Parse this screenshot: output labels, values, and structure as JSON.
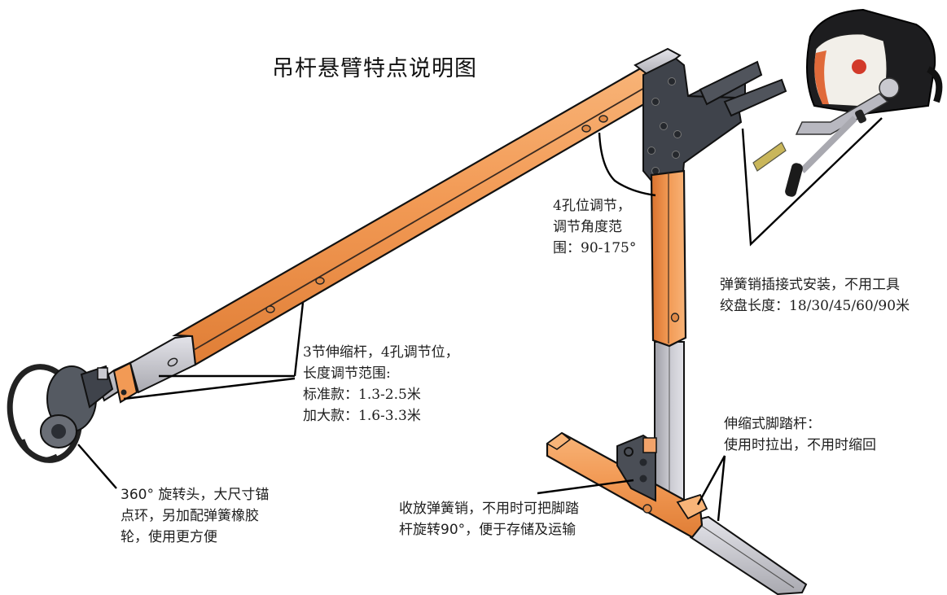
{
  "title": "吊杆悬臂特点说明图",
  "colors": {
    "orange_tube": "#F29A55",
    "orange_tube_light": "#F8B478",
    "orange_tube_dark": "#D9722E",
    "steel_tube": "#B9B9BE",
    "steel_tube_light": "#DCDCE2",
    "bracket_dark": "#3F434B",
    "outline": "#111111",
    "callout_line": "#000000"
  },
  "annotations": {
    "pivot_adjust": {
      "lines": [
        "4孔位调节，",
        "调节角度范",
        "围：90-175°"
      ]
    },
    "winch_mount": {
      "lines": [
        "弹簧销插接式安装，不用工具",
        "绞盘长度：18/30/45/60/90米"
      ]
    },
    "telescopic_boom": {
      "lines": [
        "3节伸缩杆，4孔调节位，",
        "长度调节范围:",
        "标准款：1.3-2.5米",
        "加大款：1.6-3.3米"
      ]
    },
    "swivel_head": {
      "lines": [
        "360° 旋转头，大尺寸锚",
        "点环，另加配弹簧橡胶",
        "轮，使用更方便"
      ]
    },
    "foot_bar": {
      "lines": [
        "伸缩式脚踏杆：",
        "使用时拉出，不用时缩回"
      ]
    },
    "storage_pin": {
      "lines": [
        "收放弹簧销，不用时可把脚踏",
        "杆旋转90°，便于存储及运输"
      ]
    }
  },
  "components": {
    "boom_arm": "telescopic-boom",
    "mast": "vertical-mast",
    "base": "base-foot-bar",
    "head": "swivel-pulley-head",
    "bracket": "pivot-bracket",
    "winch": "fall-arrest-winch"
  }
}
